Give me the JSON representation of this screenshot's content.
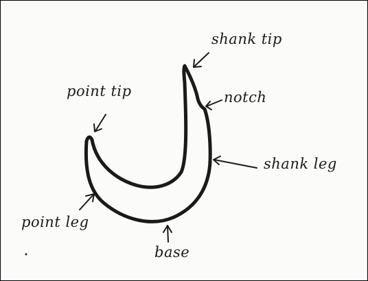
{
  "labels": {
    "shank_tip": "shank tip",
    "notch": "notch",
    "point_tip": "point tip",
    "shank_leg": "shank leg",
    "point_leg": "point leg",
    "base": "base"
  },
  "colors": {
    "ink": "#1a1a1a",
    "paper": "#fbfbfa",
    "border": "#000000"
  }
}
